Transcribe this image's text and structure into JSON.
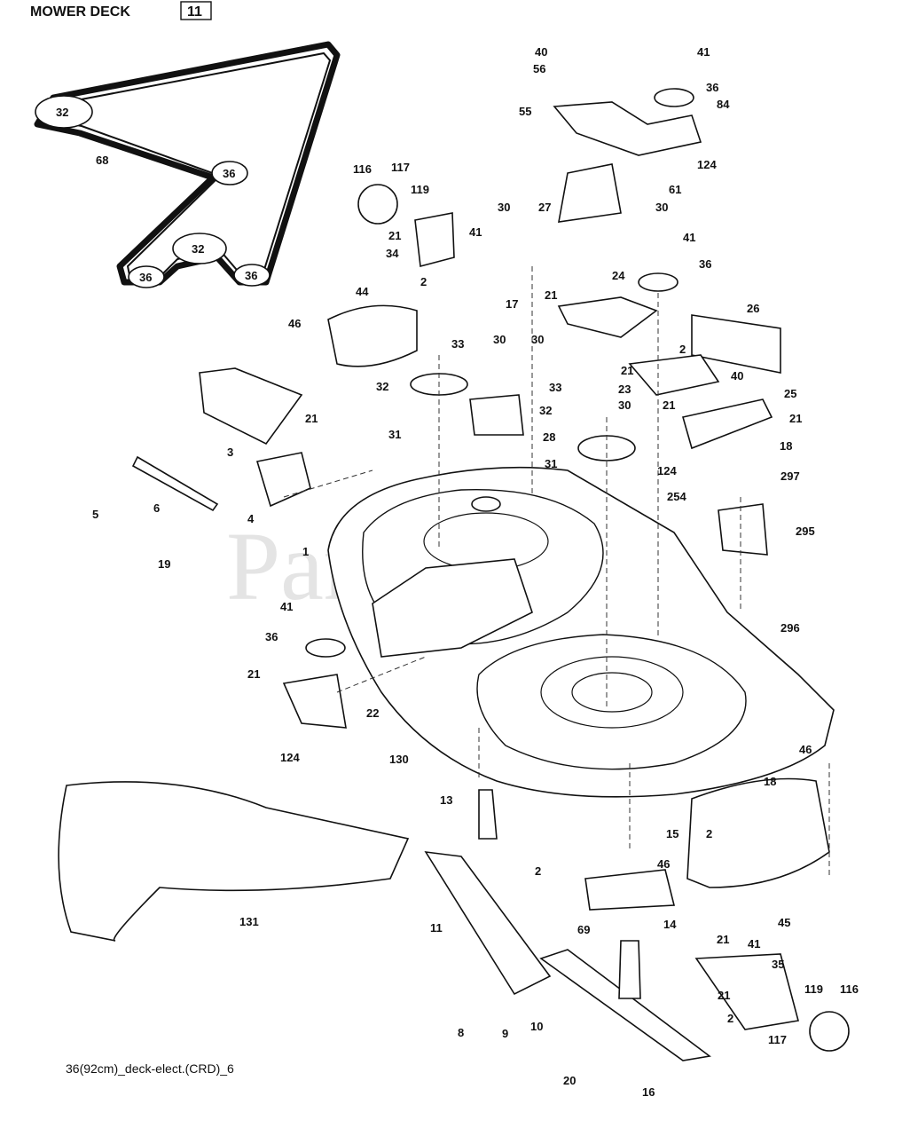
{
  "header": {
    "title": "MOWER DECK",
    "tag": "11"
  },
  "caption": "36(92cm)_deck-elect.(CRD)_6",
  "watermark": {
    "text": "PartsTree",
    "tm": "™"
  },
  "belt_callouts": [
    "32",
    "36",
    "32",
    "36",
    "36"
  ],
  "callouts": [
    "68",
    "116",
    "117",
    "119",
    "21",
    "41",
    "34",
    "2",
    "40",
    "56",
    "55",
    "41",
    "36",
    "84",
    "124",
    "61",
    "30",
    "27",
    "30",
    "41",
    "36",
    "46",
    "44",
    "17",
    "21",
    "24",
    "26",
    "33",
    "30",
    "30",
    "2",
    "21",
    "40",
    "23",
    "32",
    "31",
    "21",
    "3",
    "4",
    "5",
    "6",
    "19",
    "33",
    "30",
    "32",
    "31",
    "21",
    "25",
    "21",
    "28",
    "124",
    "18",
    "254",
    "297",
    "295",
    "296",
    "1",
    "41",
    "36",
    "21",
    "22",
    "124",
    "130",
    "46",
    "18",
    "13",
    "2",
    "15",
    "2",
    "46",
    "45",
    "131",
    "11",
    "14",
    "69",
    "21",
    "41",
    "35",
    "21",
    "119",
    "116",
    "2",
    "117",
    "8",
    "9",
    "10",
    "20",
    "16"
  ]
}
